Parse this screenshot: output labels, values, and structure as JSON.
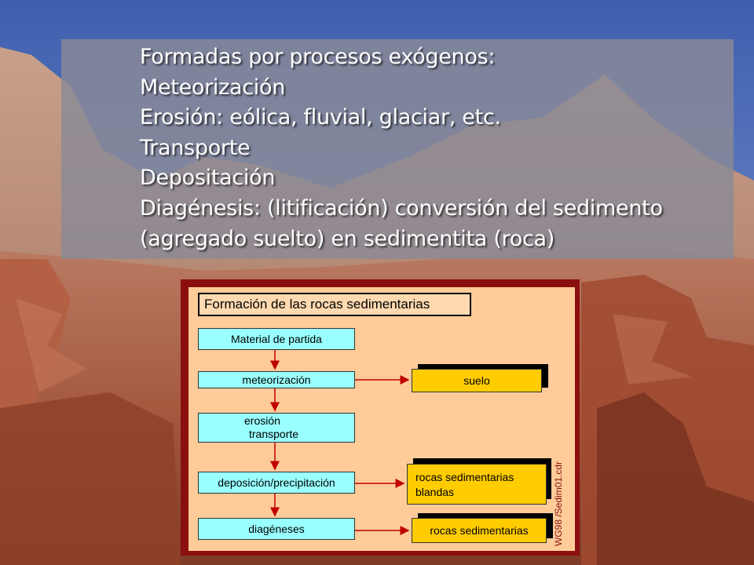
{
  "slide": {
    "lines": [
      "Formadas por procesos exógenos:",
      "Meteorización",
      "Erosión: eólica, fluvial, glaciar, etc.",
      "Transporte",
      "Depositación",
      "Diagénesis: (litificación) conversión del sedimento",
      "(agregado suelto) en sedimentita (roca)"
    ]
  },
  "diagram": {
    "title": "Formación de las rocas sedimentarias",
    "steps": {
      "material": "Material de partida",
      "meteorizacion": "meteorización",
      "erosion": "erosión",
      "transporte": "transporte",
      "deposicion": "deposición/precipitación",
      "diageneses": "diagéneses"
    },
    "outputs": {
      "suelo": "suelo",
      "blandas_1": "rocas sedimentarias",
      "blandas_2": "blandas",
      "rocas": "rocas sedimentarias"
    },
    "credit": "WG98 /Sedim01.cdr",
    "colors": {
      "frame": "#8b0f0f",
      "panel": "#ffcc99",
      "step": "#99ffff",
      "output": "#ffcc00",
      "arrow": "#c00000"
    }
  }
}
